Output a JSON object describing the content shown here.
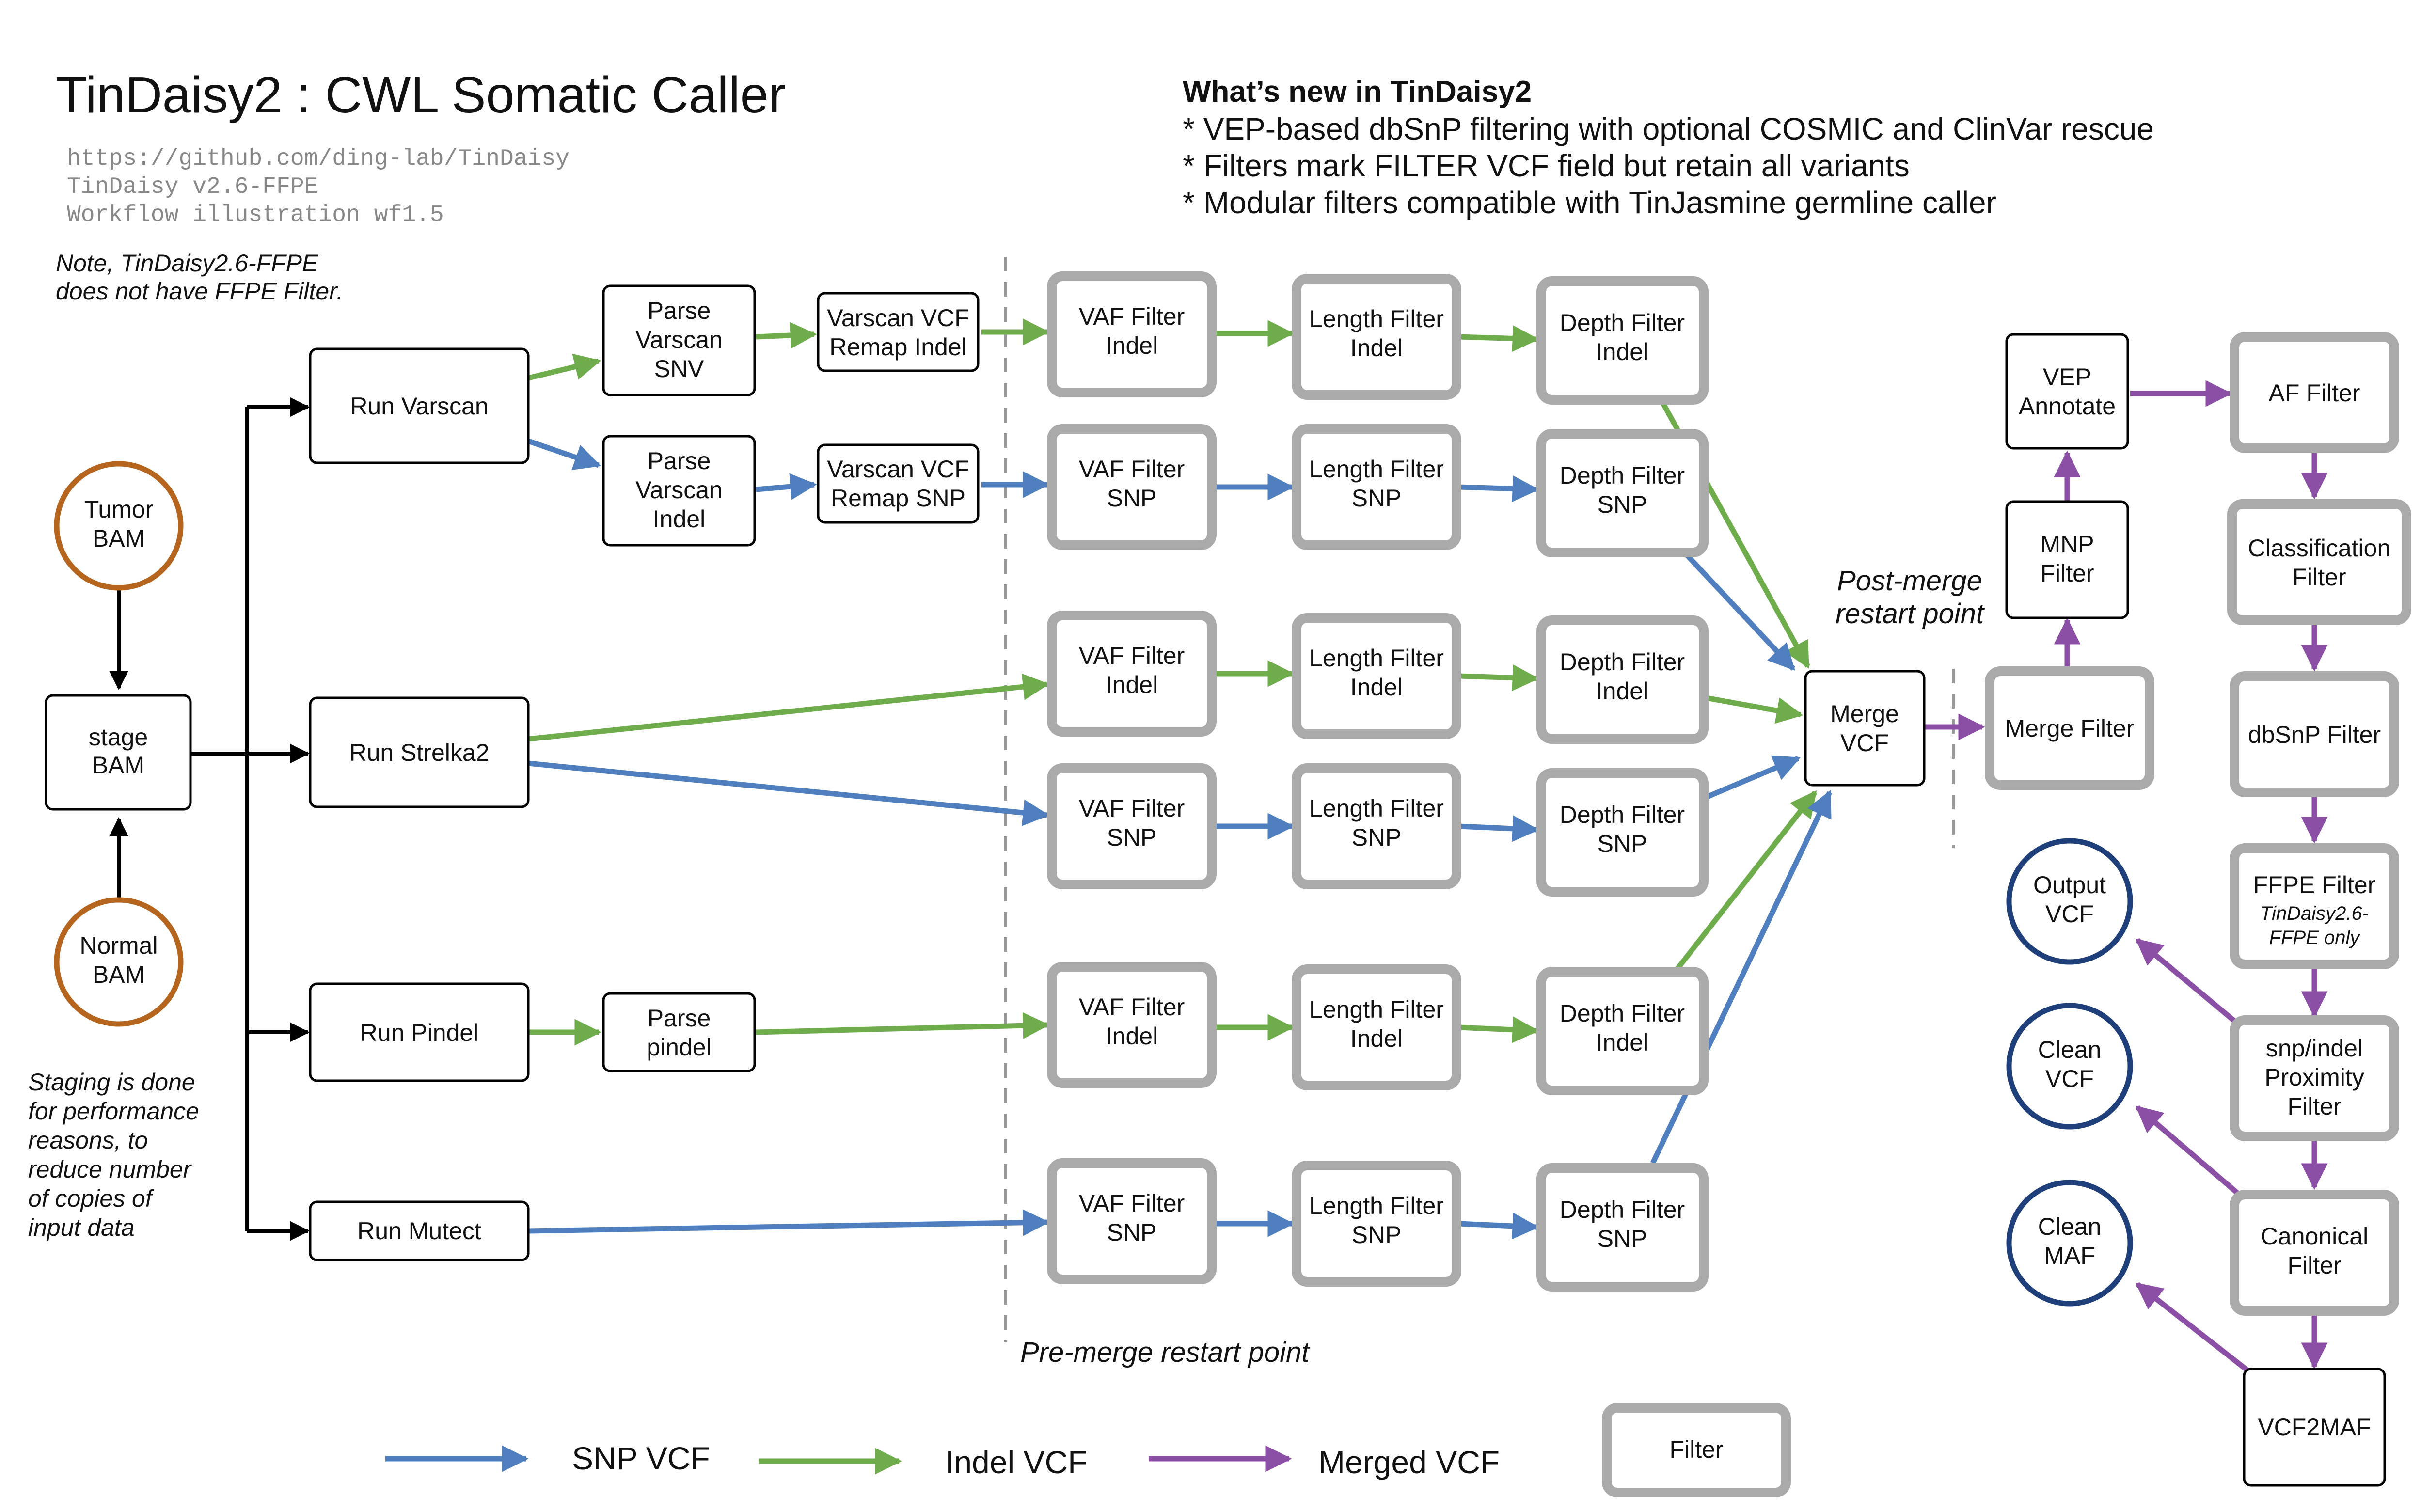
{
  "title": "TinDaisy2 : CWL Somatic Caller",
  "info_lines": [
    "https://github.com/ding-lab/TinDaisy",
    "TinDaisy v2.6-FFPE",
    "Workflow illustration wf1.5"
  ],
  "top_note": [
    "Note, TinDaisy2.6-FFPE",
    "does not have FFPE Filter."
  ],
  "whats_new": {
    "heading": "What’s new in TinDaisy2",
    "items": [
      "* VEP-based dbSnP filtering with optional COSMIC and ClinVar rescue",
      "* Filters mark FILTER VCF field but retain all variants",
      "* Modular filters compatible with TinJasmine germline caller"
    ]
  },
  "staging_note": [
    "Staging is done",
    "for performance",
    "reasons, to",
    "reduce number",
    "of copies of",
    "input data"
  ],
  "pre_merge_label": "Pre-merge restart point",
  "post_merge_label": [
    "Post-merge",
    "restart point"
  ],
  "colors": {
    "snp": "#4f7fbf",
    "indel": "#6fad4c",
    "merged": "#8b4fa6",
    "bam_circle": "#b5651d",
    "output_circle": "#1f3f7a",
    "filter_border": "#aaaaaa",
    "box_border": "#000000"
  },
  "nodes": {
    "tumor_bam": [
      "Tumor",
      "BAM"
    ],
    "normal_bam": [
      "Normal",
      "BAM"
    ],
    "stage_bam": [
      "stage",
      "BAM"
    ],
    "run_varscan": [
      "Run Varscan"
    ],
    "run_strelka2": [
      "Run Strelka2"
    ],
    "run_pindel": [
      "Run Pindel"
    ],
    "run_mutect": [
      "Run Mutect"
    ],
    "parse_varscan_snv": [
      "Parse",
      "Varscan",
      "SNV"
    ],
    "parse_varscan_indel": [
      "Parse",
      "Varscan",
      "Indel"
    ],
    "varscan_remap_indel": [
      "Varscan VCF",
      "Remap Indel"
    ],
    "varscan_remap_snp": [
      "Varscan VCF",
      "Remap SNP"
    ],
    "parse_pindel": [
      "Parse",
      "pindel"
    ],
    "vaf_indel_1": [
      "VAF Filter",
      "Indel"
    ],
    "vaf_snp_1": [
      "VAF Filter",
      "SNP"
    ],
    "vaf_indel_2": [
      "VAF Filter",
      "Indel"
    ],
    "vaf_snp_2": [
      "VAF Filter",
      "SNP"
    ],
    "vaf_indel_3": [
      "VAF Filter",
      "Indel"
    ],
    "vaf_snp_3": [
      "VAF Filter",
      "SNP"
    ],
    "len_indel_1": [
      "Length Filter",
      "Indel"
    ],
    "len_snp_1": [
      "Length Filter",
      "SNP"
    ],
    "len_indel_2": [
      "Length Filter",
      "Indel"
    ],
    "len_snp_2": [
      "Length Filter",
      "SNP"
    ],
    "len_indel_3": [
      "Length Filter",
      "Indel"
    ],
    "len_snp_3": [
      "Length Filter",
      "SNP"
    ],
    "depth_indel_1": [
      "Depth Filter",
      "Indel"
    ],
    "depth_snp_1": [
      "Depth Filter",
      "SNP"
    ],
    "depth_indel_2": [
      "Depth Filter",
      "Indel"
    ],
    "depth_snp_2": [
      "Depth Filter",
      "SNP"
    ],
    "depth_indel_3": [
      "Depth Filter",
      "Indel"
    ],
    "depth_snp_3": [
      "Depth Filter",
      "SNP"
    ],
    "merge_vcf": [
      "Merge",
      "VCF"
    ],
    "merge_filter": [
      "Merge Filter"
    ],
    "mnp_filter": [
      "MNP",
      "Filter"
    ],
    "vep_annotate": [
      "VEP",
      "Annotate"
    ],
    "af_filter": [
      "AF Filter"
    ],
    "classification_filter": [
      "Classification",
      "Filter"
    ],
    "dbsnp_filter": [
      "dbSnP Filter"
    ],
    "ffpe_filter": [
      "FFPE Filter"
    ],
    "ffpe_note": [
      "TinDaisy2.6-",
      "FFPE only"
    ],
    "proximity_filter": [
      "snp/indel",
      "Proximity",
      "Filter"
    ],
    "canonical_filter": [
      "Canonical",
      "Filter"
    ],
    "vcf2maf": [
      "VCF2MAF"
    ],
    "output_vcf": [
      "Output",
      "VCF"
    ],
    "clean_vcf": [
      "Clean",
      "VCF"
    ],
    "clean_maf": [
      "Clean",
      "MAF"
    ]
  },
  "legend": {
    "snp": "SNP VCF",
    "indel": "Indel VCF",
    "merged": "Merged VCF",
    "filter": "Filter"
  }
}
